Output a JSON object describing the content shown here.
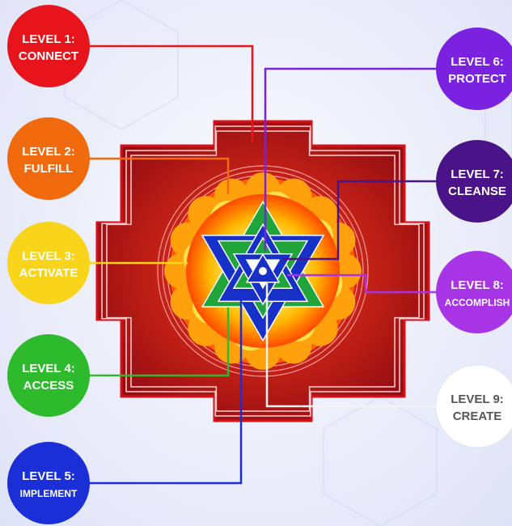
{
  "levels": [
    {
      "level": "LEVEL 1:",
      "name": "CONNECT",
      "color": "#e8141b",
      "text_color": "#ffffff"
    },
    {
      "level": "LEVEL 2:",
      "name": "FULFILL",
      "color": "#f26a0e",
      "text_color": "#ffffff"
    },
    {
      "level": "LEVEL 3:",
      "name": "ACTIVATE",
      "color": "#f8d51a",
      "text_color": "#ffffff"
    },
    {
      "level": "LEVEL 4:",
      "name": "ACCESS",
      "color": "#2dbb2d",
      "text_color": "#ffffff"
    },
    {
      "level": "LEVEL 5:",
      "name": "IMPLEMENT",
      "color": "#1a2fd6",
      "text_color": "#ffffff"
    },
    {
      "level": "LEVEL 6:",
      "name": "PROTECT",
      "color": "#7a22e0",
      "text_color": "#ffffff"
    },
    {
      "level": "LEVEL 7:",
      "name": "CLEANSE",
      "color": "#4a1488",
      "text_color": "#ffffff"
    },
    {
      "level": "LEVEL 8:",
      "name": "ACCOMPLISH",
      "color": "#a735e6",
      "text_color": "#ffffff"
    },
    {
      "level": "LEVEL 9:",
      "name": "CREATE",
      "color": "#ffffff",
      "text_color": "#555555"
    }
  ],
  "yantra": {
    "frame_color": "#d8101a",
    "inner_color": "#8e0a12",
    "glow_outer": "#ff5a00",
    "glow_inner": "#fff27a",
    "triangle_green": "#1fa53a",
    "triangle_blue": "#1630c8"
  }
}
